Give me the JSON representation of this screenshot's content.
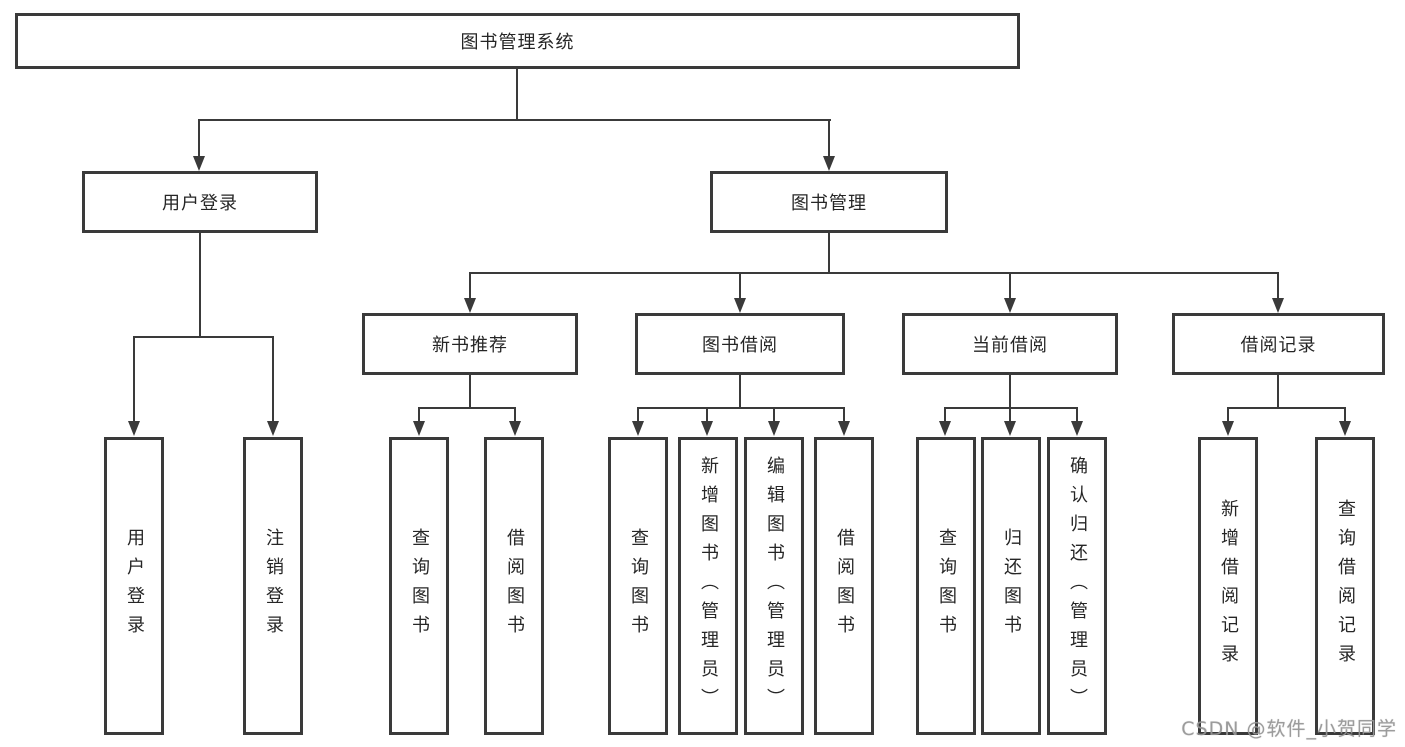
{
  "diagram": {
    "root": "图书管理系统",
    "branches": {
      "user_login": {
        "label": "用户登录",
        "children": [
          "用户登录",
          "注销登录"
        ]
      },
      "book_mgmt": {
        "label": "图书管理",
        "sections": {
          "new_book": {
            "label": "新书推荐",
            "children": [
              "查询图书",
              "借阅图书"
            ]
          },
          "book_borrow": {
            "label": "图书借阅",
            "children": [
              "查询图书",
              "新增图书（管理员）",
              "编辑图书（管理员）",
              "借阅图书"
            ]
          },
          "current_borrow": {
            "label": "当前借阅",
            "children": [
              "查询图书",
              "归还图书",
              "确认归还（管理员）"
            ]
          },
          "borrow_records": {
            "label": "借阅记录",
            "children": [
              "新增借阅记录",
              "查询借阅记录"
            ]
          }
        }
      }
    }
  },
  "watermark": "CSDN @软件_小贺同学",
  "colors": {
    "line": "#3a3a3a",
    "box_border": "#3a3a3a",
    "box_fill": "#ffffff",
    "text": "#262626",
    "watermark": "#969696"
  }
}
